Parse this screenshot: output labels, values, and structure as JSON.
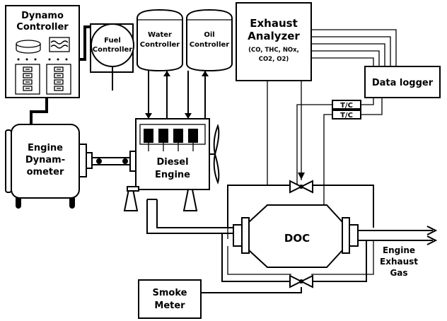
{
  "labels": {
    "dynamo_controller_1": "Dynamo",
    "dynamo_controller_2": "Controller",
    "fuel_controller_1": "Fuel",
    "fuel_controller_2": "Controller",
    "water_controller_1": "Water",
    "water_controller_2": "Controller",
    "oil_controller_1": "Oil",
    "oil_controller_2": "Controller",
    "exhaust_analyzer_1": "Exhaust",
    "exhaust_analyzer_2": "Analyzer",
    "exhaust_analyzer_3": "(CO, THC, NOx,",
    "exhaust_analyzer_4": "CO2, O2)",
    "data_logger": "Data logger",
    "tc_1": "T/C",
    "tc_2": "T/C",
    "engine_dyno_1": "Engine",
    "engine_dyno_2": "Dynam-",
    "engine_dyno_3": "ometer",
    "diesel_engine_1": "Diesel",
    "diesel_engine_2": "Engine",
    "doc": "DOC",
    "smoke_meter_1": "Smoke",
    "smoke_meter_2": "Meter",
    "exhaust_gas_1": "Engine",
    "exhaust_gas_2": "Exhaust",
    "exhaust_gas_3": "Gas"
  }
}
